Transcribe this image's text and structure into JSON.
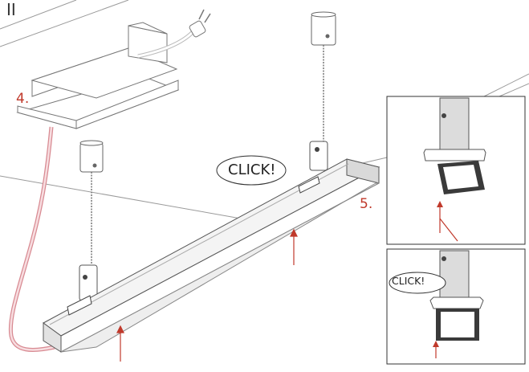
{
  "section_label": "II",
  "steps": {
    "step4": "4.",
    "step5": "5."
  },
  "callouts": {
    "click_main": "CLICK!",
    "click_detail": "CLICK!"
  },
  "colors": {
    "line": "#444444",
    "faint": "#9a9a9a",
    "accent": "#c0392b",
    "cable": "#f2b8bd",
    "dark_clip": "#3a3a3a",
    "rod": "#dcdcdc"
  }
}
